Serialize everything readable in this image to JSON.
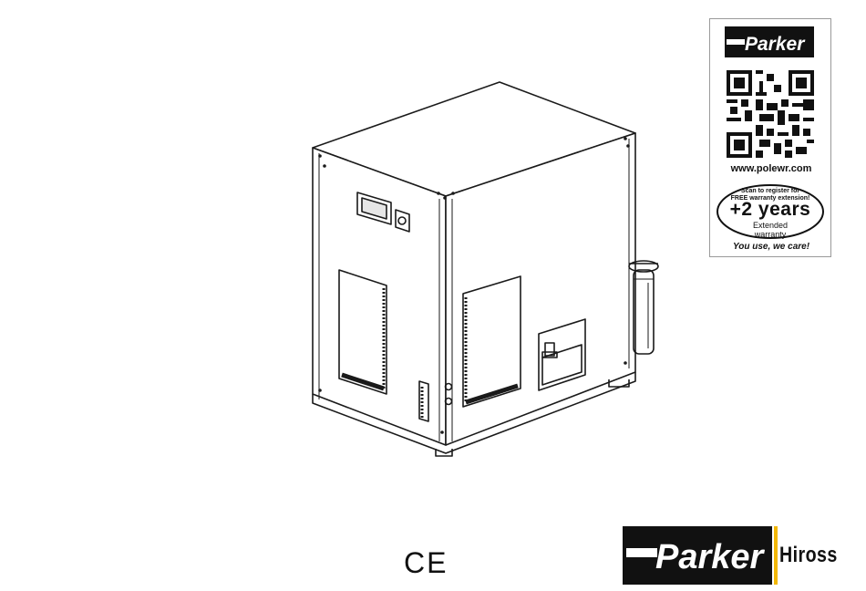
{
  "sticker": {
    "logo_text": "Parker",
    "url": "www.polewr.com",
    "scan_line1": "Scan to register for",
    "scan_line2": "FREE warranty extension!",
    "years": "+2 years",
    "extended": "Extended",
    "warranty": "warranty",
    "slogan": "You use, we care!"
  },
  "marks": {
    "ce": "CE"
  },
  "brand": {
    "parker": "Parker",
    "hiross": "Hiross",
    "accent_color": "#f2b705"
  },
  "colors": {
    "ink": "#1a1a1a",
    "paper": "#ffffff",
    "sticker_border": "#9a9a9a"
  }
}
